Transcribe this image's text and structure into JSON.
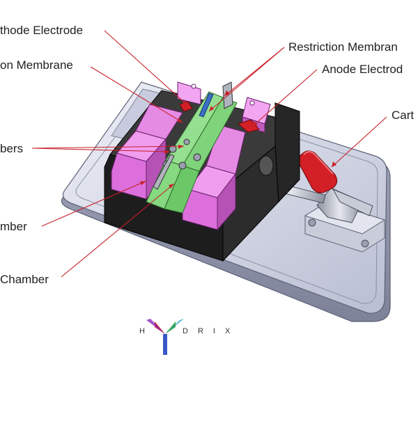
{
  "labels": {
    "cathode_electrode": "thode Electrode",
    "restriction_membrane": "Restriction Membran",
    "exchange_membrane": "on Membrane",
    "anode_electrode": "Anode Electrod",
    "cartridge_clamp": "Cart",
    "chambers": "bers",
    "chamber_left": "mber",
    "chamber_bottom": "Chamber"
  },
  "logo": {
    "letter_h": "H",
    "rest": "DRIX"
  },
  "colors": {
    "leader_line": "#c8202a",
    "clamp_red": "#d31f26",
    "purple_block": "#dc6fdb",
    "green_chamber": "#7fd37a",
    "base_plate": "#d5d9e8",
    "body_black": "#202020"
  }
}
